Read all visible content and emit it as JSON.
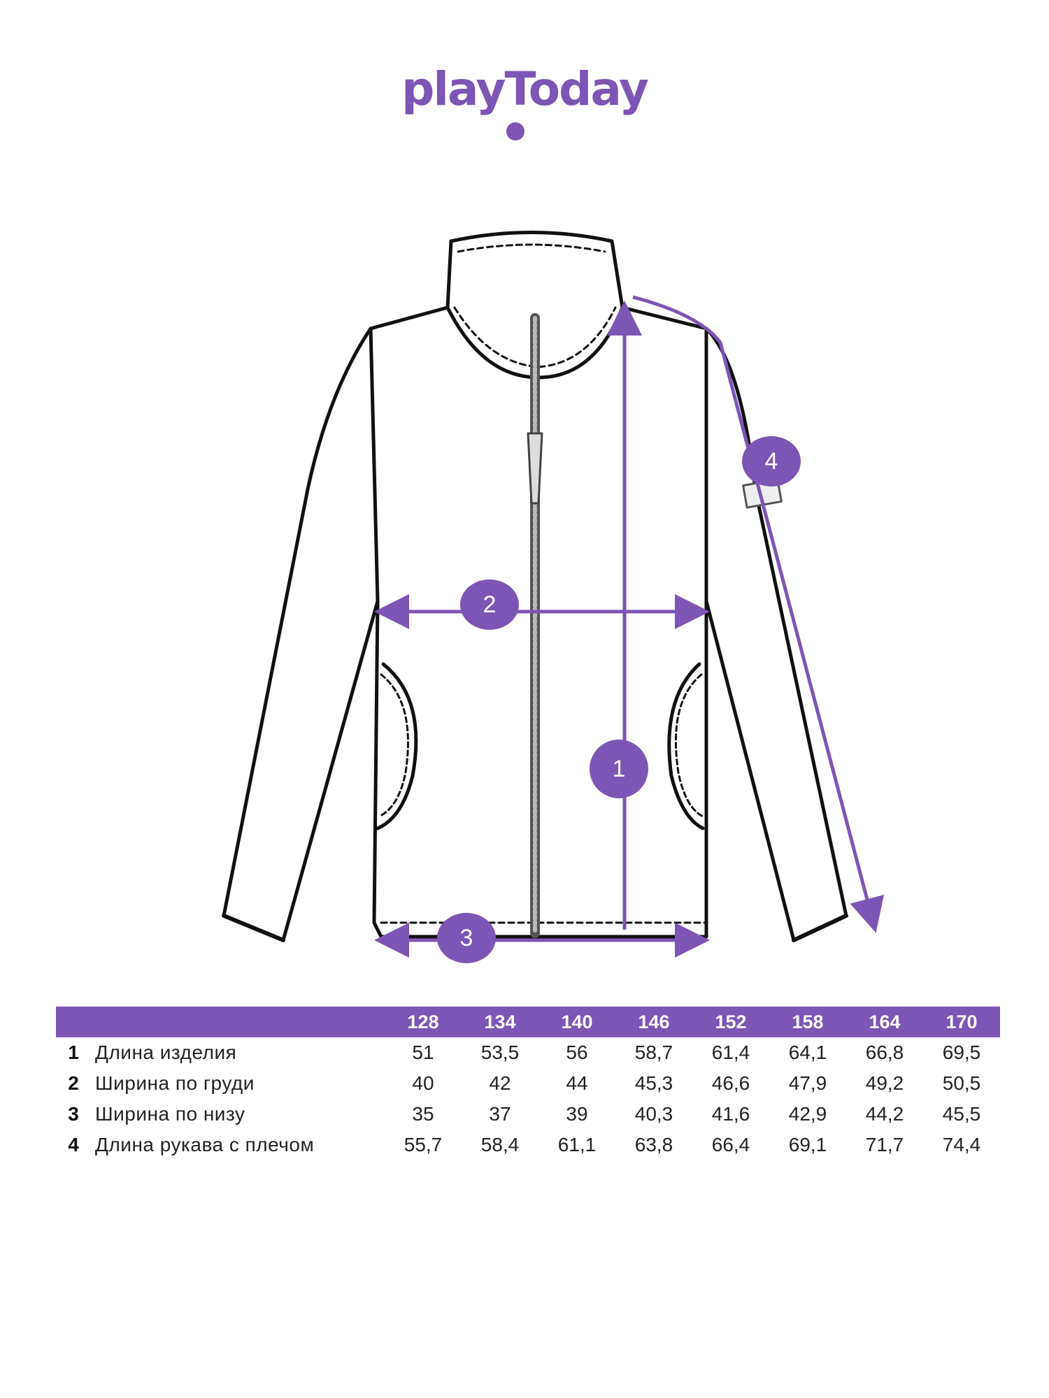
{
  "brand": {
    "logo_text": "playToday",
    "accent_color": "#7d55b4"
  },
  "markers": [
    "1",
    "2",
    "3",
    "4"
  ],
  "size_table": {
    "sizes": [
      "128",
      "134",
      "140",
      "146",
      "152",
      "158",
      "164",
      "170"
    ],
    "rows": [
      {
        "num": "1",
        "name": "Длина изделия",
        "values": [
          "51",
          "53,5",
          "56",
          "58,7",
          "61,4",
          "64,1",
          "66,8",
          "69,5"
        ]
      },
      {
        "num": "2",
        "name": "Ширина по груди",
        "values": [
          "40",
          "42",
          "44",
          "45,3",
          "46,6",
          "47,9",
          "49,2",
          "50,5"
        ]
      },
      {
        "num": "3",
        "name": "Ширина по низу",
        "values": [
          "35",
          "37",
          "39",
          "40,3",
          "41,6",
          "42,9",
          "44,2",
          "45,5"
        ]
      },
      {
        "num": "4",
        "name": "Длина рукава с плечом",
        "values": [
          "55,7",
          "58,4",
          "61,1",
          "63,8",
          "66,4",
          "69,1",
          "71,7",
          "74,4"
        ]
      }
    ]
  }
}
